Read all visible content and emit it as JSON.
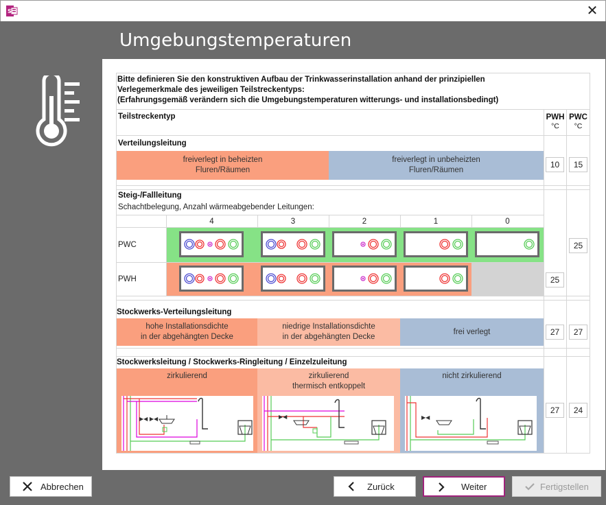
{
  "window": {
    "close_glyph": "✕"
  },
  "heading": "Umgebungstemperaturen",
  "intro": {
    "line1": "Bitte definieren Sie den konstruktiven Aufbau der Trinkwasserinstallation anhand der prinzipiellen",
    "line2": "Verlegemerkmale des jeweiligen Teilstreckentyps:",
    "line3": "(Erfahrungsgemäß verändern sich die Umgebungstemperaturen witterungs- und installationsbedingt)"
  },
  "table_header": {
    "type": "Teilstreckentyp",
    "pwh": "PWH",
    "pwc": "PWC",
    "unit": "°C"
  },
  "verteilung": {
    "title": "Verteilungsleitung",
    "opt1": "freiverlegt in beheizten\nFluren/Räumen",
    "opt2": "freiverlegt in unbeheizten\nFluren/Räumen",
    "pwh": "10",
    "pwc": "15"
  },
  "steig": {
    "title": "Steig-/Fallleitung",
    "subtitle": "Schachtbelegung, Anzahl wärmeabgebender Leitungen:",
    "columns": [
      "4",
      "3",
      "2",
      "1",
      "0"
    ],
    "row_pwc": "PWC",
    "row_pwh": "PWH",
    "pwh": "25",
    "pwc": "25"
  },
  "stockwerk_verteilung": {
    "title": "Stockwerks-Verteilungsleitung",
    "opt1": "hohe Installationsdichte\nin der abgehängten Decke",
    "opt2": "niedrige Installationsdichte\nin der abgehängten Decke",
    "opt3": "frei verlegt",
    "pwh": "27",
    "pwc": "27"
  },
  "stockwerk": {
    "title": "Stockwerksleitung / Stockwerks-Ringleitung / Einzelzuleitung",
    "opt1": "zirkulierend",
    "opt2": "zirkulierend\nthermisch entkoppelt",
    "opt3": "nicht zirkulierend",
    "pwh": "27",
    "pwc": "24"
  },
  "buttons": {
    "cancel": "Abbrechen",
    "back": "Zurück",
    "next": "Weiter",
    "finish": "Fertigstellen"
  },
  "colors": {
    "orange": "#fa9f7e",
    "light_orange": "#fbbba3",
    "blue": "#a9bdd6",
    "green": "#86e286",
    "accent": "#a0227c"
  }
}
